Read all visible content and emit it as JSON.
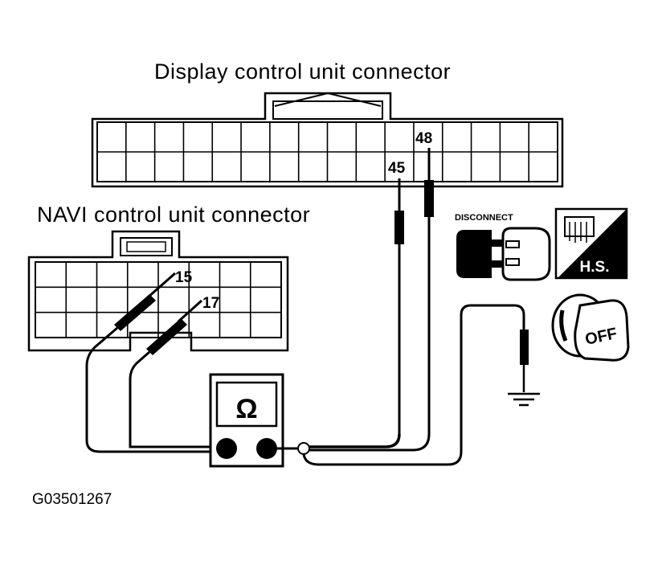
{
  "diagram": {
    "display_connector_title": "Display control unit connector",
    "navi_connector_title": "NAVI control unit connector",
    "pins": {
      "display_pin_a": "45",
      "display_pin_b": "48",
      "navi_pin_a": "15",
      "navi_pin_b": "17"
    },
    "meter_symbol": "Ω",
    "disconnect_label": "DISCONNECT",
    "hs_label": "H.S.",
    "ignition_label": "OFF",
    "figure_code": "G03501267",
    "icons": [
      "disconnect-connector-icon",
      "harness-side-icon",
      "ignition-key-off-icon",
      "ground-symbol-icon",
      "ohmmeter-icon"
    ],
    "colors": {
      "ink": "#000000",
      "paper": "#ffffff"
    }
  }
}
